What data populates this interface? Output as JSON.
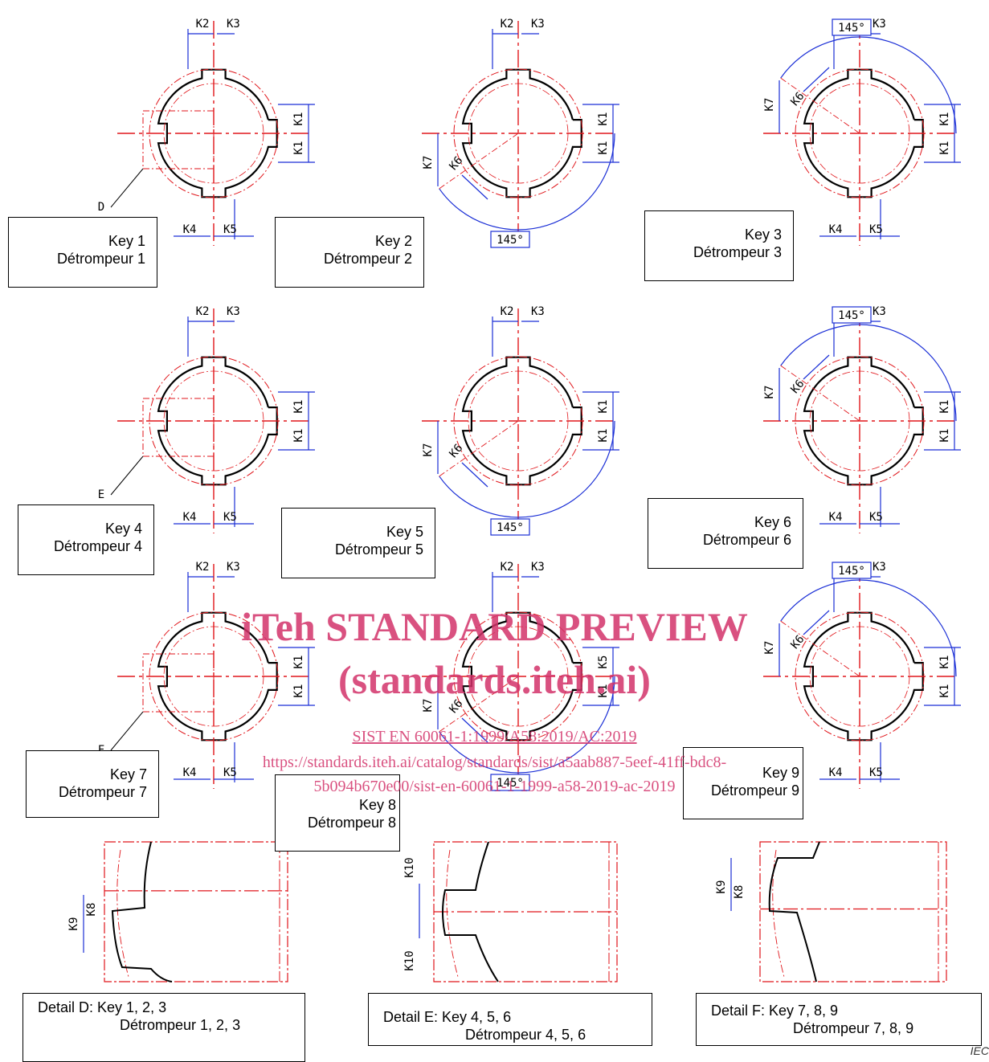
{
  "dims": {
    "k1": "K1",
    "k2": "K2",
    "k3": "K3",
    "k4": "K4",
    "k5": "K5",
    "k6": "K6",
    "k7": "K7",
    "k8": "K8",
    "k9": "K9",
    "k10": "K10",
    "angle": "145°"
  },
  "detail_markers": {
    "d": "D",
    "e": "E",
    "f": "F"
  },
  "keys": [
    {
      "line1": "Key 1",
      "line2": "Détrompeur 1"
    },
    {
      "line1": "Key 2",
      "line2": "Détrompeur 2"
    },
    {
      "line1": "Key 3",
      "line2": "Détrompeur 3"
    },
    {
      "line1": "Key 4",
      "line2": "Détrompeur 4"
    },
    {
      "line1": "Key 5",
      "line2": "Détrompeur 5"
    },
    {
      "line1": "Key 6",
      "line2": "Détrompeur 6"
    },
    {
      "line1": "Key 7",
      "line2": "Détrompeur 7"
    },
    {
      "line1": "Key 8",
      "line2": "Détrompeur 8"
    },
    {
      "line1": "Key 9",
      "line2": "Détrompeur 9"
    }
  ],
  "details": [
    {
      "line1": "Detail D: Key 1, 2, 3",
      "line2": "Détrompeur 1, 2, 3"
    },
    {
      "line1": "Detail E: Key 4, 5, 6",
      "line2": "Détrompeur 4, 5, 6"
    },
    {
      "line1": "Detail F: Key 7, 8, 9",
      "line2": "Détrompeur 7, 8, 9"
    }
  ],
  "watermark": {
    "line1": "iTeh STANDARD PREVIEW",
    "line2": "(standards.iteh.ai)",
    "link": "SIST EN 60061-1:1999/A58:2019/AC:2019",
    "url1": "https://standards.iteh.ai/catalog/standards/sist/a5aab887-5eef-41ff-bdc8-",
    "url2": "5b094b670e00/sist-en-60061-1-1999-a58-2019-ac-2019"
  },
  "footer": {
    "iec": "IEC"
  },
  "colors": {
    "outline": "#000000",
    "center": "#e0161b",
    "dimension": "#1b2fd6",
    "watermark": "#d3336a"
  }
}
